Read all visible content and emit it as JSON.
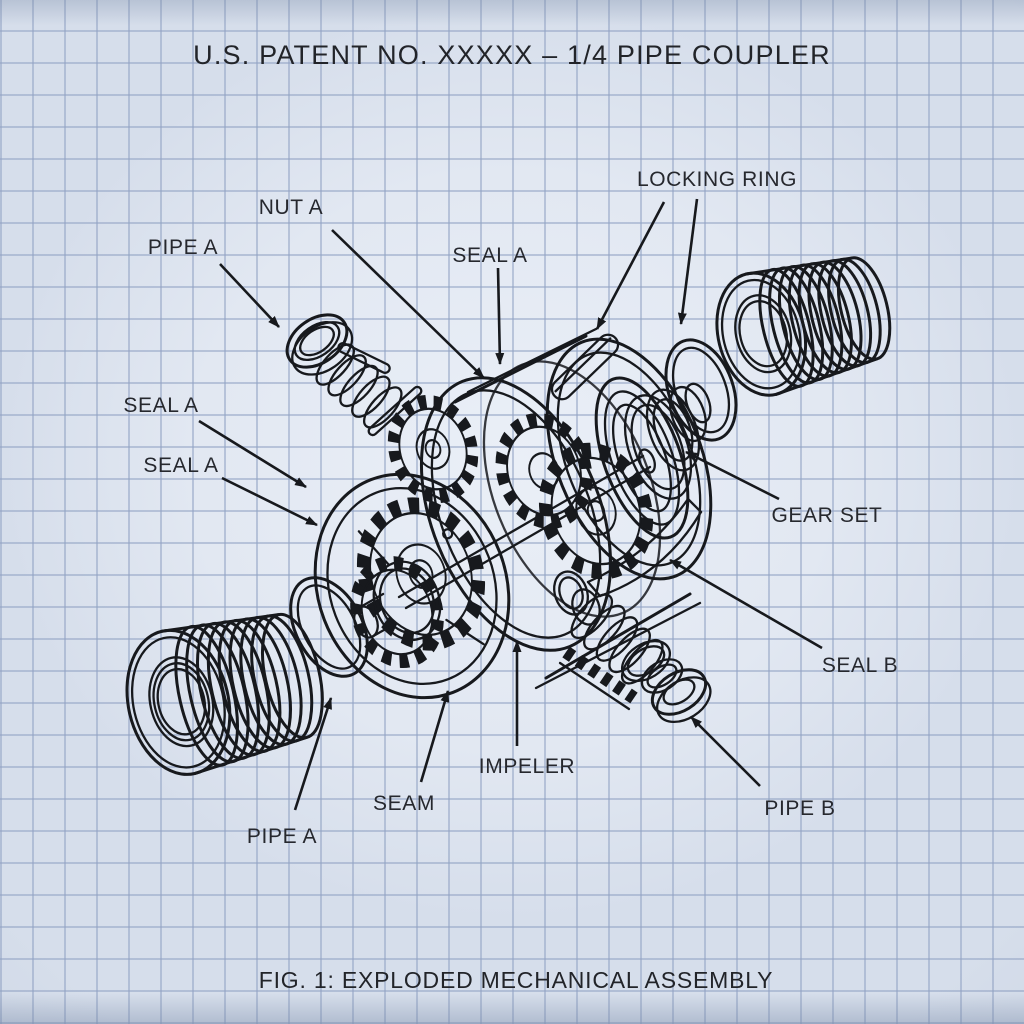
{
  "title": "U.S. PATENT NO. XXXXX – 1/4 PIPE COUPLER",
  "caption": "FIG. 1: EXPLODED MECHANICAL ASSEMBLY",
  "colors": {
    "background": "#e2e8f2",
    "grid_line": "#a9b8d2",
    "ink": "#17191d",
    "text": "#26282e"
  },
  "labels": {
    "pipe_a_top": "PIPE A",
    "nut_a": "NUT A",
    "seal_a_top": "SEAL A",
    "locking_ring": "LOCKING RING",
    "seal_a_left_1": "SEAL A",
    "seal_a_left_2": "SEAL A",
    "gear_set": "GEAR SET",
    "seal_b": "SEAL B",
    "impeler": "IMPELER",
    "seam": "SEAM",
    "pipe_a_bottom": "PIPE A",
    "pipe_b": "PIPE B"
  }
}
